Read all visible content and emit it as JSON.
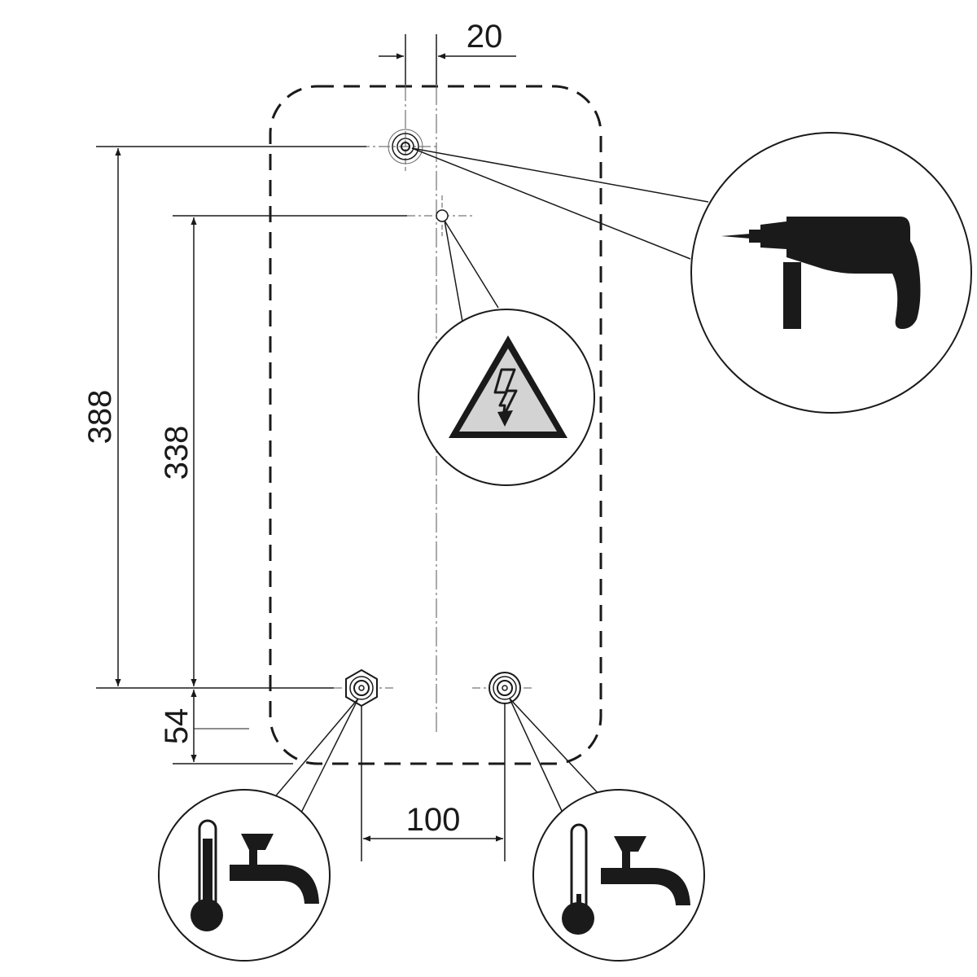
{
  "dimensions": {
    "offset_top": "20",
    "height_mount": "388",
    "height_cable": "338",
    "height_pipe": "54",
    "pipe_spacing": "100"
  },
  "icons": {
    "drill": "drill-icon",
    "electric_hazard": "electric-hazard-warning-icon",
    "hot_water": "hot-water-outlet-icon",
    "cold_water": "cold-water-inlet-icon"
  },
  "colors": {
    "line": "#1a1a1a",
    "warning_fill": "#d3d3d3",
    "thermo_hot": "#1a1a1a",
    "thermo_cold": "#ffffff"
  }
}
